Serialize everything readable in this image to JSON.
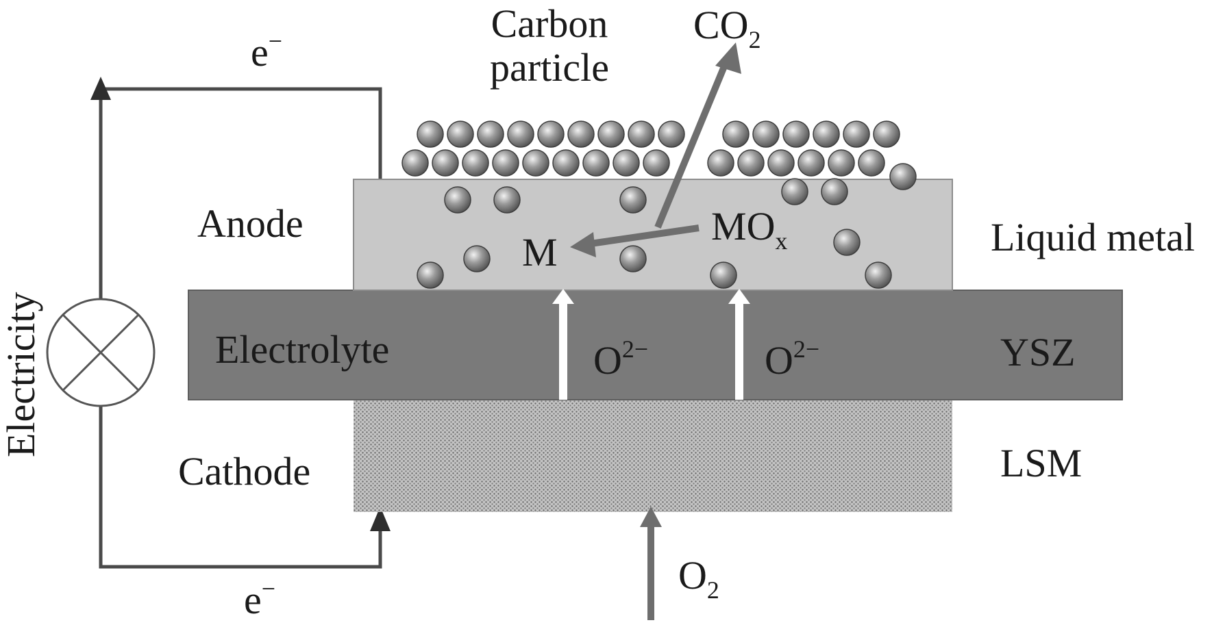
{
  "labels": {
    "carbon_particle_1": "Carbon",
    "carbon_particle_2": "particle",
    "co2": "CO",
    "co2_sub": "2",
    "e_top": "e",
    "e_top_sup": "−",
    "e_bottom": "e",
    "e_bottom_sup": "−",
    "anode": "Anode",
    "electrolyte": "Electrolyte",
    "cathode": "Cathode",
    "electricity": "Electricity",
    "m": "M",
    "mox": "MO",
    "mox_sub": "x",
    "o2minus_1": "O",
    "o2minus_1_sup": "2−",
    "o2minus_2": "O",
    "o2minus_2_sup": "2−",
    "liquid_metal": "Liquid metal",
    "ysz": "YSZ",
    "lsm": "LSM",
    "o2": "O",
    "o2_sub": "2"
  },
  "colors": {
    "anode_fill": "#c8c8c8",
    "electrolyte_fill": "#7a7a7a",
    "cathode_fill": "#b4b4b4",
    "wire": "#4a4a4a",
    "arrow_gray": "#6e6e6e",
    "particle": "#8a8a8a"
  },
  "icons": [
    "lamp-icon",
    "carbon-particle-icon",
    "arrow-icon"
  ]
}
